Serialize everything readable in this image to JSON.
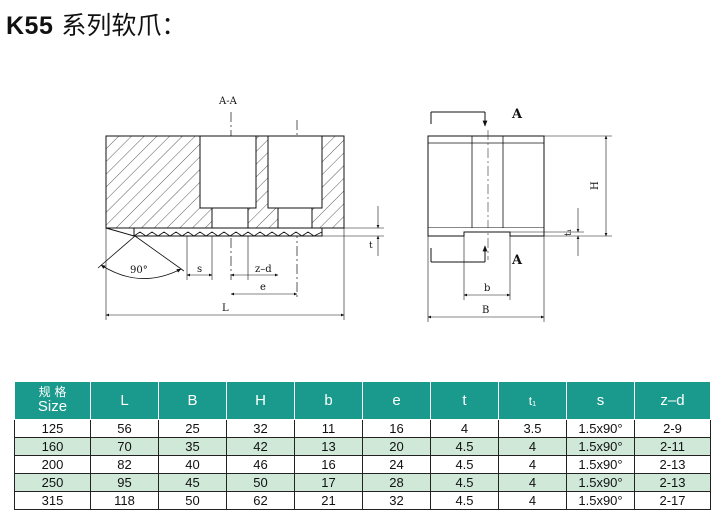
{
  "title": {
    "model": "K55",
    "name": " 系列软爪："
  },
  "drawing": {
    "section_label": "A-A",
    "labels": {
      "angle": "90°",
      "s": "s",
      "z_d": "z–d",
      "e": "e",
      "L": "L",
      "t": "t",
      "A_top": "A",
      "A_bottom": "A",
      "H": "H",
      "t1": "t₁",
      "b": "b",
      "B": "B"
    }
  },
  "table": {
    "header": {
      "size_cn": "规 格",
      "size_en": "Size",
      "L": "L",
      "B": "B",
      "H": "H",
      "b": "b",
      "e": "e",
      "t": "t",
      "t1": "t₁",
      "s": "s",
      "zd": "z–d"
    },
    "rows": [
      [
        "125",
        "56",
        "25",
        "32",
        "11",
        "16",
        "4",
        "3.5",
        "1.5x90°",
        "2-9"
      ],
      [
        "160",
        "70",
        "35",
        "42",
        "13",
        "20",
        "4.5",
        "4",
        "1.5x90°",
        "2-11"
      ],
      [
        "200",
        "82",
        "40",
        "46",
        "16",
        "24",
        "4.5",
        "4",
        "1.5x90°",
        "2-13"
      ],
      [
        "250",
        "95",
        "45",
        "50",
        "17",
        "28",
        "4.5",
        "4",
        "1.5x90°",
        "2-13"
      ],
      [
        "315",
        "118",
        "50",
        "62",
        "21",
        "32",
        "4.5",
        "4",
        "1.5x90°",
        "2-17"
      ]
    ]
  },
  "colors": {
    "header_bg": "#1a9a8c",
    "alt_row_bg": "#cfe8d8"
  }
}
